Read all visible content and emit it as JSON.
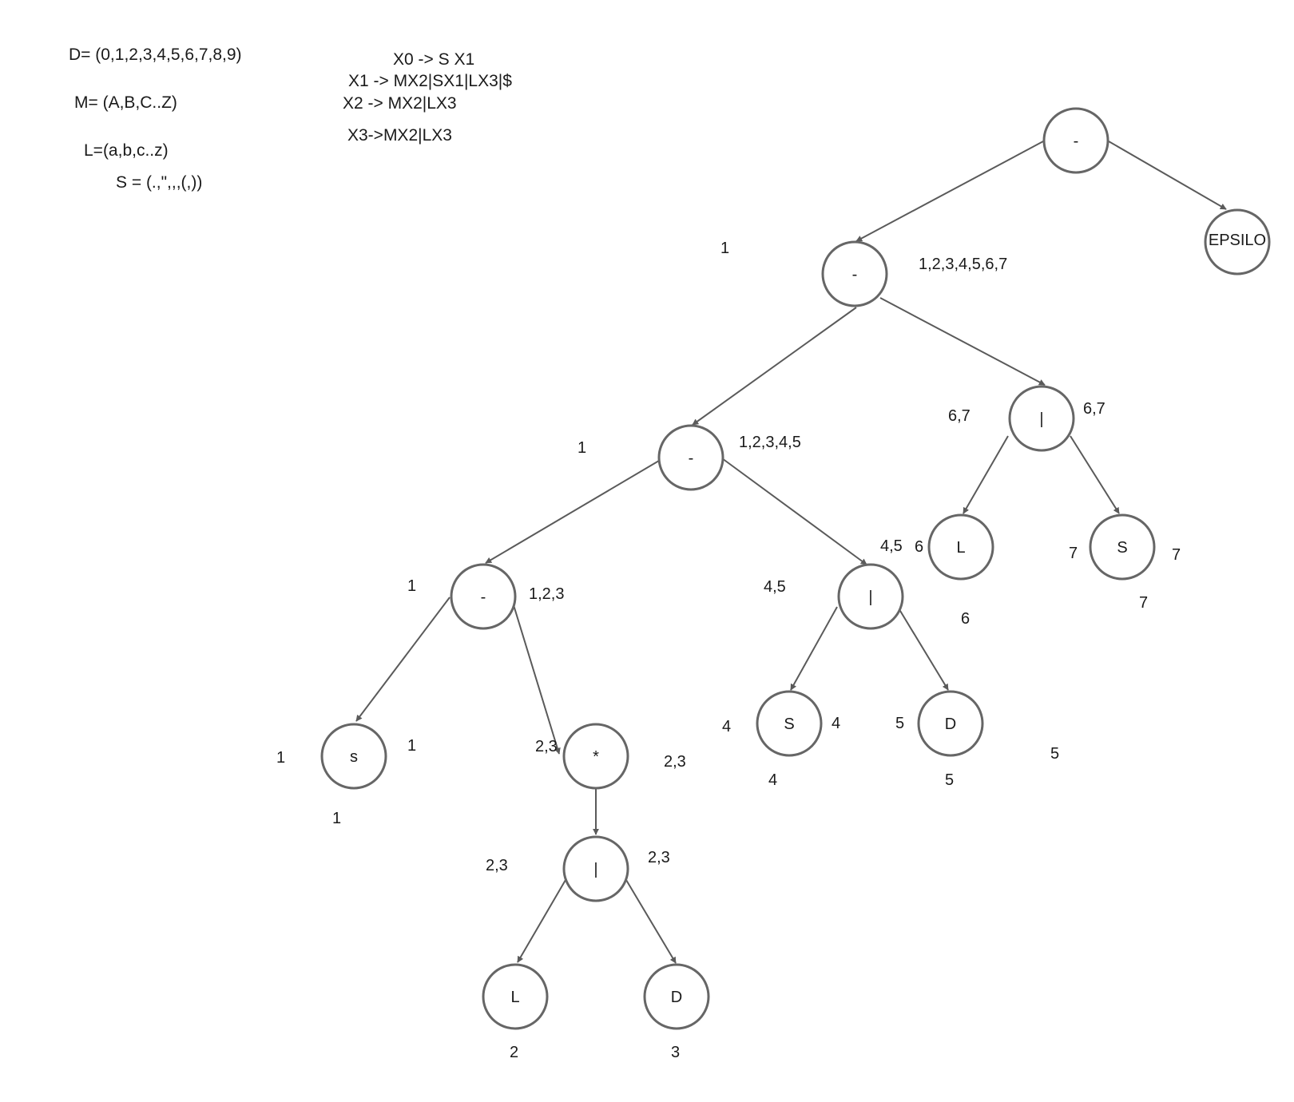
{
  "definitions": {
    "digits": "D= (0,1,2,3,4,5,6,7,8,9)",
    "uppercase": "M= (A,B,C..Z)",
    "lowercase": "L=(a,b,c..z)",
    "symbols": "S = (.,\",,,(,))"
  },
  "grammar": {
    "rule_x0": "X0 -> S X1",
    "rule_x1": "X1 -> MX2|SX1|LX3|$",
    "rule_x2": "X2 -> MX2|LX3",
    "rule_x3": "X3->MX2|LX3"
  },
  "tree": {
    "nodes": {
      "root": "-",
      "epsilon": "EPSILO",
      "concat_a": "-",
      "or_a": "|",
      "leaf_l_top": "L",
      "leaf_s_top": "S",
      "concat_b": "-",
      "or_b": "|",
      "leaf_s_mid": "S",
      "leaf_d_mid": "D",
      "concat_c": "-",
      "leaf_s_low": "s",
      "star": "*",
      "or_c": "|",
      "leaf_l_bottom": "L",
      "leaf_d_bottom": "D"
    },
    "labels": {
      "concat_a_first": "1",
      "concat_a_last": "1,2,3,4,5,6,7",
      "or_a_first": "6,7",
      "or_a_last": "6,7",
      "leaf_l_top_first": "6",
      "leaf_l_top_follow": "6",
      "leaf_s_top_first": "7",
      "leaf_s_top_last": "7",
      "leaf_s_top_follow": "7",
      "concat_b_first": "1",
      "concat_b_last": "1,2,3,4,5",
      "or_b_first": "4,5",
      "or_b_last": "4,5",
      "leaf_s_mid_first": "4",
      "leaf_s_mid_last": "4",
      "leaf_s_mid_follow": "4",
      "leaf_d_mid_first": "5",
      "leaf_d_mid_follow": "5",
      "leaf_d_mid_extra": "5",
      "concat_c_first": "1",
      "concat_c_last": "1,2,3",
      "leaf_s_low_first": "1",
      "leaf_s_low_last": "1",
      "leaf_s_low_follow": "1",
      "star_first": "2,3",
      "star_last": "2,3",
      "or_c_first": "2,3",
      "or_c_last": "2,3",
      "leaf_l_bottom_follow": "2",
      "leaf_d_bottom_follow": "3"
    }
  }
}
